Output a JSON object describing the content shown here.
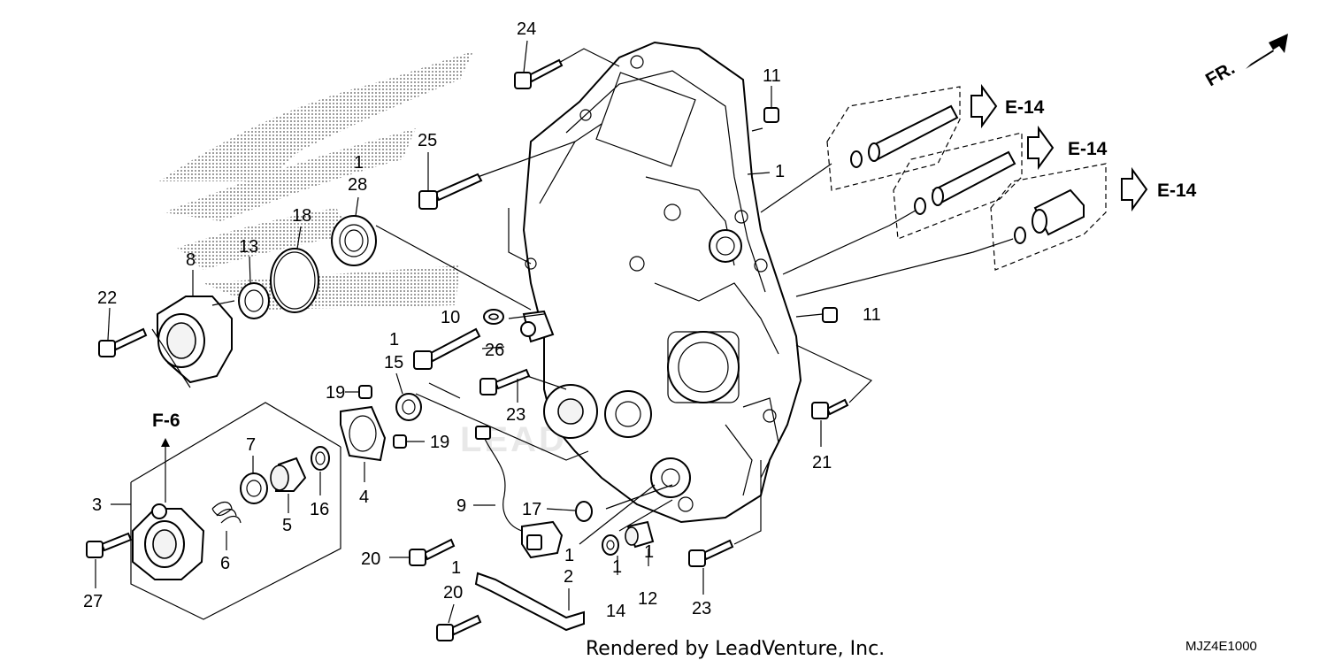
{
  "diagram": {
    "callouts": [
      {
        "id": "24",
        "text": "24"
      },
      {
        "id": "11a",
        "text": "11"
      },
      {
        "id": "25",
        "text": "25"
      },
      {
        "id": "1a",
        "text": "1"
      },
      {
        "id": "28",
        "text": "28"
      },
      {
        "id": "18",
        "text": "18"
      },
      {
        "id": "13",
        "text": "13"
      },
      {
        "id": "8",
        "text": "8"
      },
      {
        "id": "22",
        "text": "22"
      },
      {
        "id": "1b",
        "text": "1"
      },
      {
        "id": "10",
        "text": "10"
      },
      {
        "id": "1c",
        "text": "1"
      },
      {
        "id": "15",
        "text": "15"
      },
      {
        "id": "26",
        "text": "26"
      },
      {
        "id": "11b",
        "text": "11"
      },
      {
        "id": "19a",
        "text": "19"
      },
      {
        "id": "23a",
        "text": "23"
      },
      {
        "id": "19b",
        "text": "19"
      },
      {
        "id": "21",
        "text": "21"
      },
      {
        "id": "3",
        "text": "3"
      },
      {
        "id": "7",
        "text": "7"
      },
      {
        "id": "4",
        "text": "4"
      },
      {
        "id": "16",
        "text": "16"
      },
      {
        "id": "5",
        "text": "5"
      },
      {
        "id": "6",
        "text": "6"
      },
      {
        "id": "9",
        "text": "9"
      },
      {
        "id": "17",
        "text": "17"
      },
      {
        "id": "27",
        "text": "27"
      },
      {
        "id": "20a",
        "text": "20"
      },
      {
        "id": "1d",
        "text": "1"
      },
      {
        "id": "1e",
        "text": "1"
      },
      {
        "id": "1f",
        "text": "1"
      },
      {
        "id": "1g",
        "text": "1"
      },
      {
        "id": "2",
        "text": "2"
      },
      {
        "id": "20b",
        "text": "20"
      },
      {
        "id": "14",
        "text": "14"
      },
      {
        "id": "12",
        "text": "12"
      },
      {
        "id": "23b",
        "text": "23"
      }
    ],
    "references": [
      {
        "id": "e14a",
        "text": "E-14"
      },
      {
        "id": "e14b",
        "text": "E-14"
      },
      {
        "id": "e14c",
        "text": "E-14"
      },
      {
        "id": "f6",
        "text": "F-6"
      }
    ],
    "front_label": "FR.",
    "diagram_code": "MJZ4E1000",
    "credit": "Rendered by LeadVenture, Inc.",
    "watermark": "LEADVENTURE"
  }
}
